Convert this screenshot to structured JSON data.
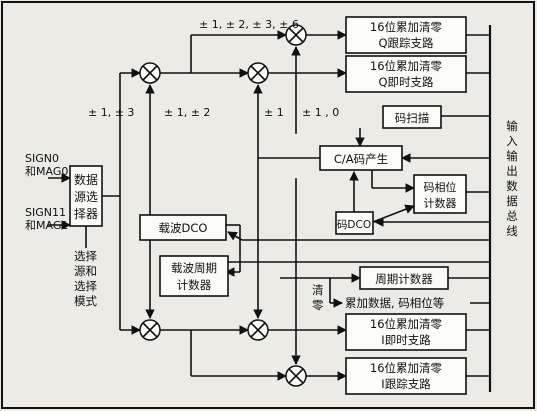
{
  "inputs": {
    "sign0": "SIGN0",
    "mag0": "和MAG0",
    "sign11": "SIGN11",
    "mag1": "和MAG1",
    "select_label": [
      "选择",
      "源和",
      "选择",
      "模式"
    ]
  },
  "blocks": {
    "data_source_selector": [
      "数据",
      "源选",
      "择器"
    ],
    "carrier_dco": "载波DCO",
    "carrier_cycle_counter": [
      "载波周期",
      "计数器"
    ],
    "q_track_accumulator": [
      "16位累加清零",
      "Q跟踪支路"
    ],
    "q_prompt_accumulator": [
      "16位累加清零",
      "Q即时支路"
    ],
    "i_prompt_accumulator": [
      "16位累加清零",
      "I即时支路"
    ],
    "i_track_accumulator": [
      "16位累加清零",
      "I跟踪支路"
    ],
    "code_scan": "码扫描",
    "ca_code_gen": "C/A码产生",
    "code_phase_counter": [
      "码相位",
      "计数器"
    ],
    "code_dco": "码DCO",
    "period_counter": "周期计数器"
  },
  "labels": {
    "pm13": "± 1, ± 3",
    "pm12": "± 1, ± 2",
    "pm1236": "± 1, ± 2, ± 3, ± 6",
    "pm1": "± 1",
    "pm10": "± 1 , 0",
    "clear": [
      "清",
      "零"
    ],
    "accum_note": "累加数据, 码相位等",
    "bus": [
      "输",
      "入",
      "输",
      "出",
      "数",
      "据",
      "总",
      "线"
    ]
  }
}
